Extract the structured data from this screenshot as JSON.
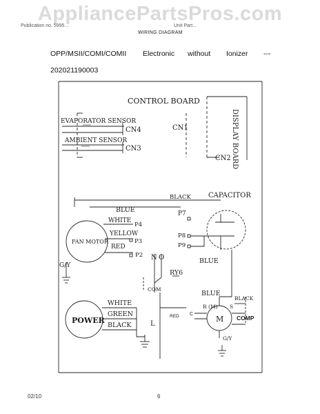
{
  "watermark": "AppliancePartsPros.com",
  "header": {
    "left_text": "Publication no. 5995...",
    "mid_text": "Unit Part...",
    "sheet_title": "WIRING DIAGRAM"
  },
  "description": {
    "w1": "OPP/MSII/COMI/COMII",
    "w2": "Electronic",
    "w3": "without",
    "w4": "Ionizer",
    "w5": "---",
    "code": "202021190003"
  },
  "diagram": {
    "control_board": "CONTROL BOARD",
    "evaporator_sensor": "EVAPORATOR SENSOR",
    "ambient_sensor": "AMBIENT SENSOR",
    "cn4": "CN4",
    "cn3": "CN3",
    "cn1": "CN1",
    "cn2": "CN2",
    "display_board": "DISPLAY BOARD",
    "black_top": "BLACK",
    "capacitor": "CAPACITOR",
    "blue_top": "BLUE",
    "p7": "P7",
    "white": "WHITE",
    "p4": "P4",
    "yellow": "YELLOW",
    "p8": "P8",
    "fan_motor": "FAN MOTOR",
    "p3": "P3",
    "red": "RED",
    "p9": "P9",
    "p2": "P2",
    "n": "N",
    "o": "O",
    "blue_mid": "BLUE",
    "gy_left": "G/Y",
    "ry6": "RY6",
    "com": "COM",
    "blue_comp": "BLUE",
    "black_comp": "BLACK",
    "r_m": "R (M)",
    "s": "S",
    "c": "C",
    "m": "M",
    "red_comp": "RED",
    "comp": "COMP",
    "power": "POWER",
    "white_power": "WHITE",
    "green_power": "GREEN",
    "black_power": "BLACK",
    "l": "L",
    "gy_bottom": "G/Y"
  },
  "footer": {
    "date": "02/10",
    "page": "6"
  }
}
